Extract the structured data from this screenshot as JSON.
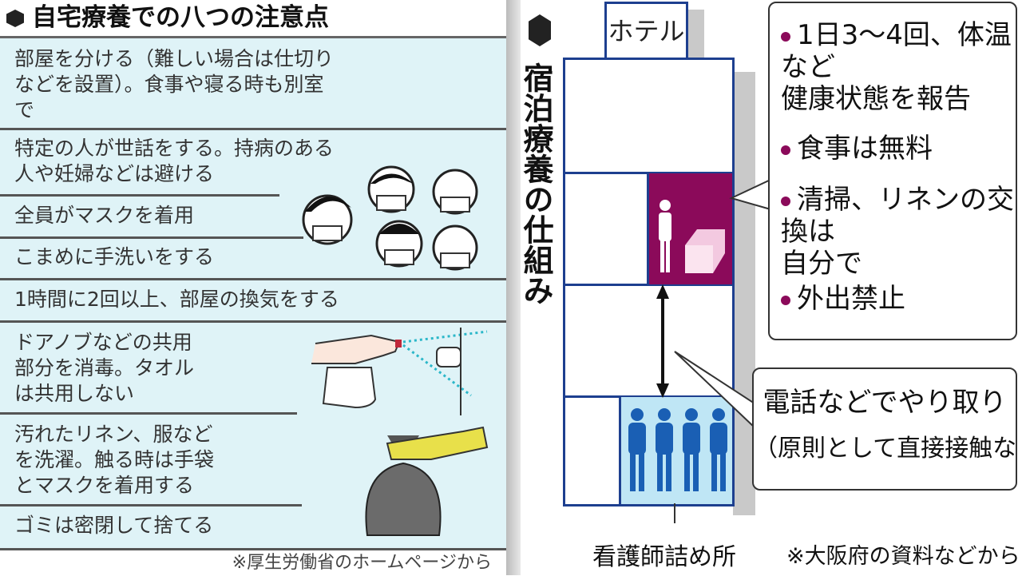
{
  "left_panel": {
    "title": "自宅療養での八つの注意点",
    "items": [
      "部屋を分ける（難しい場合は仕切り\nなどを設置）。食事や寝る時も別室\nで",
      "特定の人が世話をする。持病のある\n人や妊婦などは避ける",
      "全員がマスクを着用",
      "こまめに手洗いをする",
      "1時間に2回以上、部屋の換気をする",
      "ドアノブなどの共用\n部分を消毒。タオル\nは共用しない",
      "汚れたリネン、服など\nを洗濯。触る時は手袋\nとマスクを着用する",
      "ゴミは密閉して捨てる"
    ],
    "footer": "※厚生労働省のホームページから"
  },
  "right_panel": {
    "title": "宿泊療養の仕組み",
    "building_label": "ホテル",
    "patient_room_notes": [
      "1日3～4回、体温など\n健康状態を報告",
      "食事は無料",
      "清掃、リネンの交換は\n自分で",
      "外出禁止"
    ],
    "contact_note_line1": "電話などでやり取り",
    "contact_note_line2": "（原則として直接接触なし）",
    "nurse_station_label": "看護師詰め所",
    "source": "※大阪府の資料などから"
  },
  "colors": {
    "navy": "#1d3f8f",
    "patient_room": "#8b0a5a",
    "nurse_room": "#bfe6f5",
    "nurse_figures": "#1a5fb4",
    "panel_bg": "#dff3f7"
  }
}
